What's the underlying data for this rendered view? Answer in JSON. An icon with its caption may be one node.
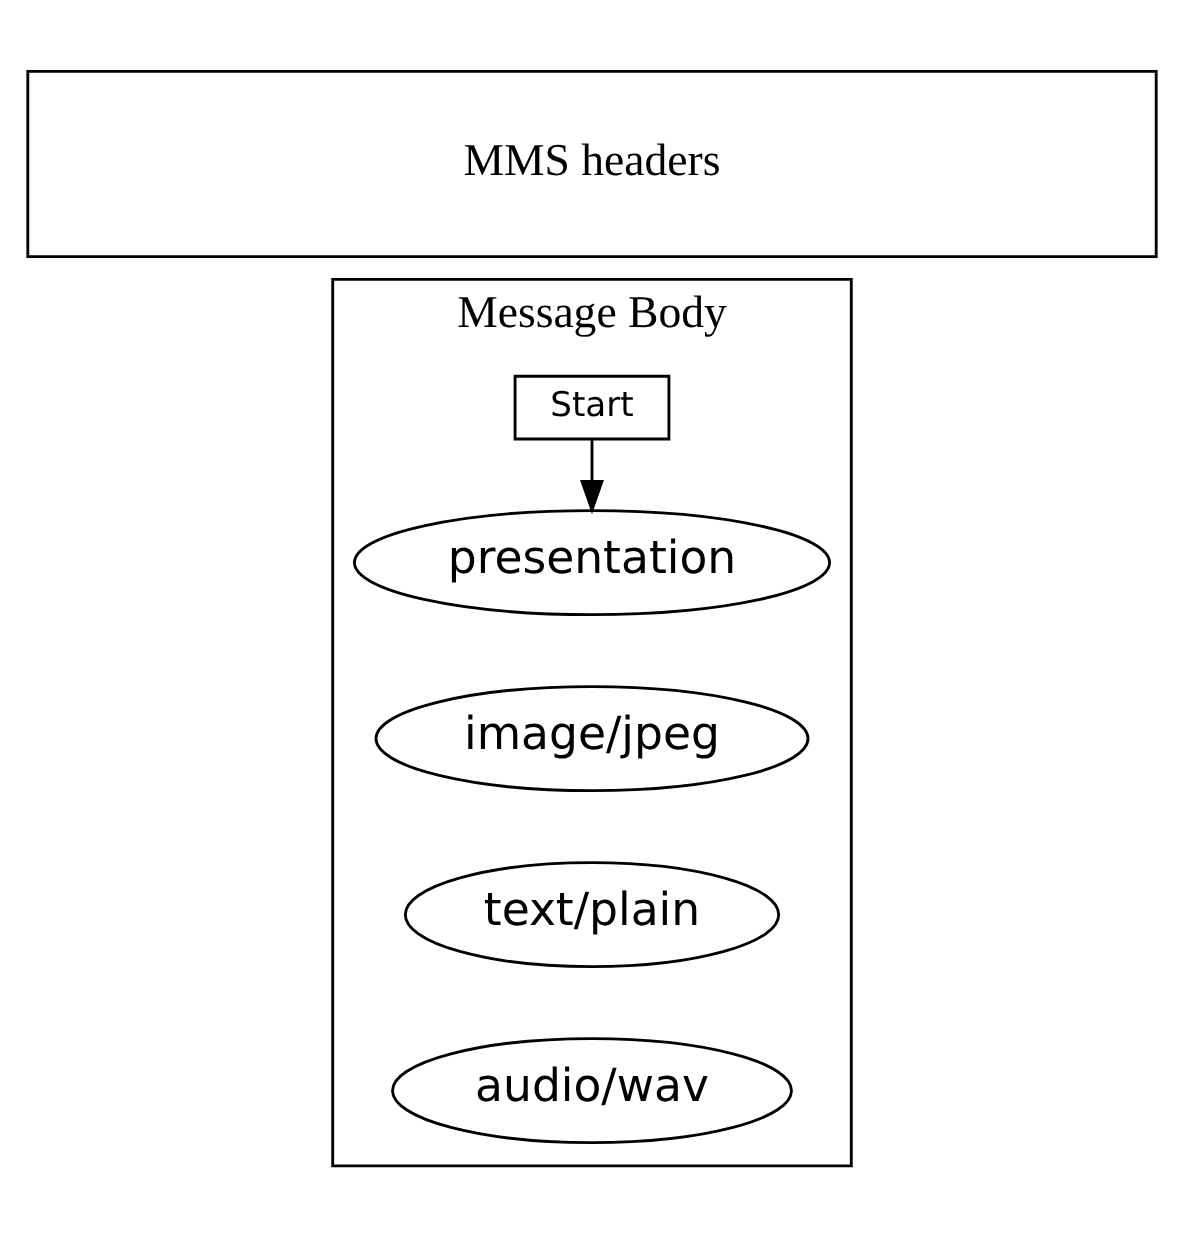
{
  "diagram": {
    "nodes": [
      {
        "text": [
          "MMS headers"
        ]
      },
      {
        "text": [
          "Message Body"
        ]
      },
      {
        "text": [
          "Start"
        ],
        "in": 1
      },
      {
        "text": [
          "presentation"
        ],
        "in": 1
      },
      {
        "text": [
          "image/jpeg"
        ],
        "in": 1
      },
      {
        "text": [
          "text/plain"
        ],
        "in": 1
      },
      {
        "text": [
          "audio/wav"
        ],
        "in": 1
      }
    ],
    "edges": [
      {
        "from": 2,
        "to": 3,
        "arrow": "to"
      }
    ]
  }
}
